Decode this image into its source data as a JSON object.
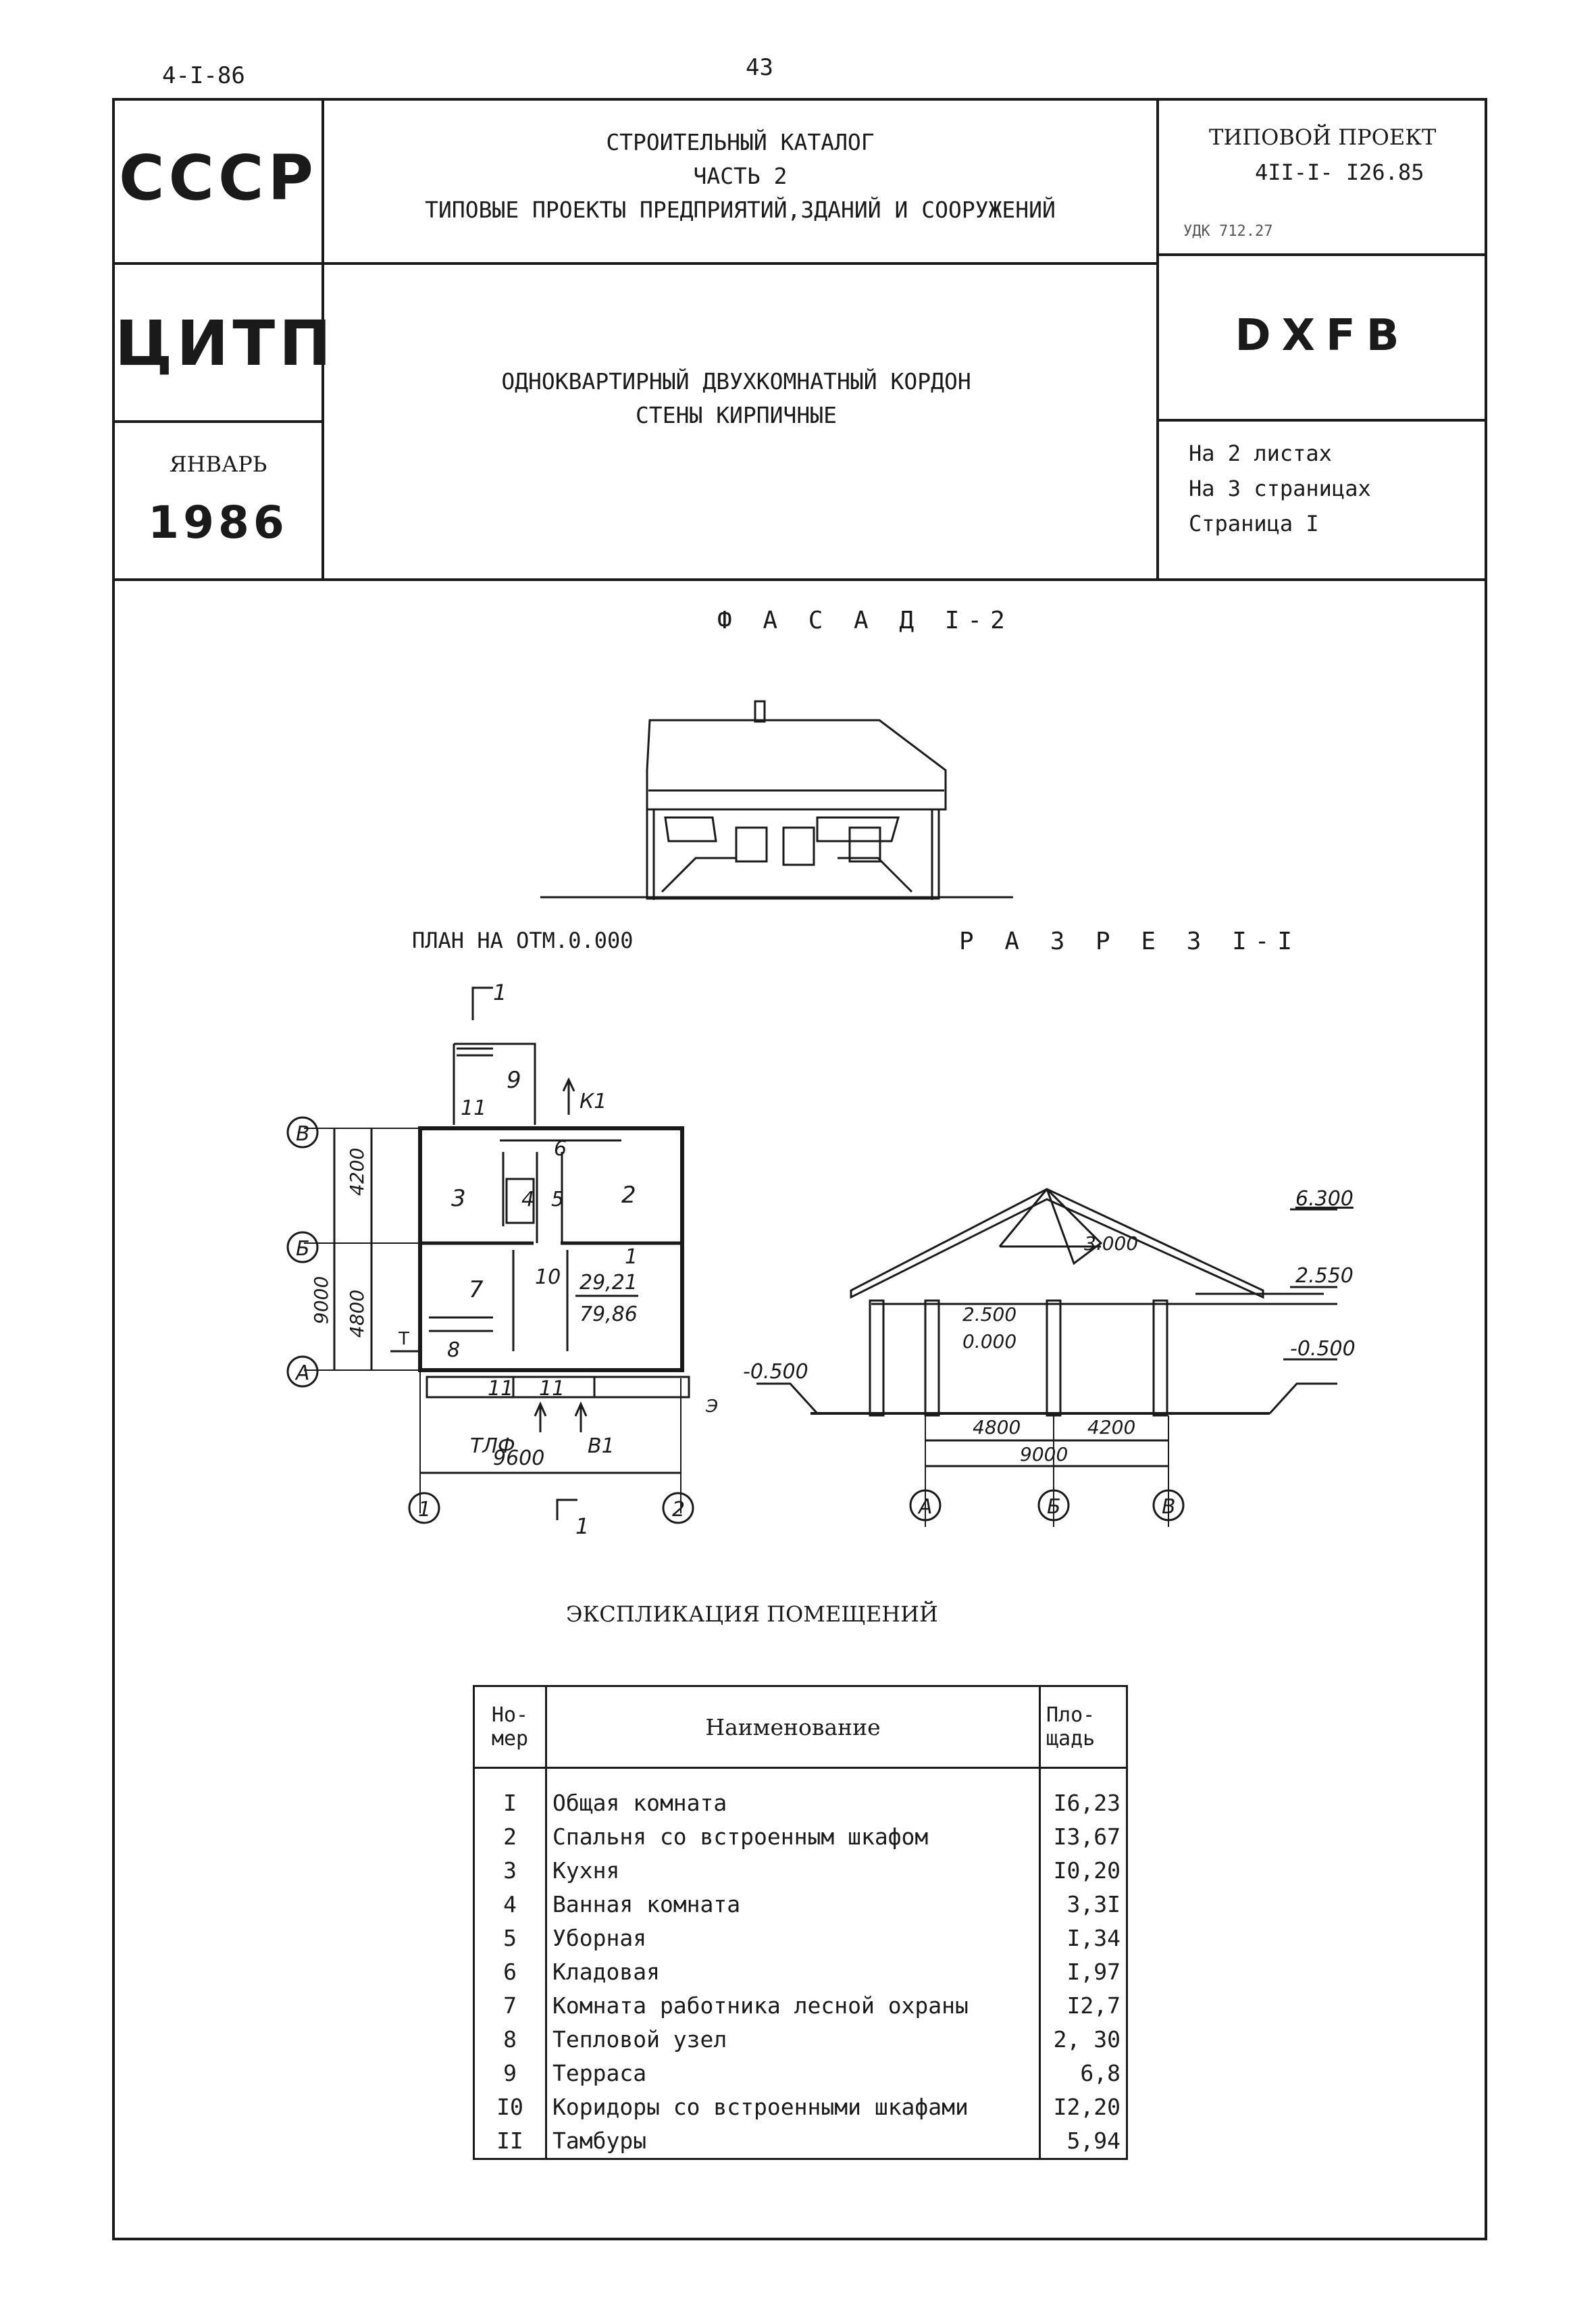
{
  "page": {
    "code": "4-I-86",
    "number": "43"
  },
  "header": {
    "country": "СССР",
    "agency": "ЦИТП",
    "month": "ЯНВАРЬ",
    "year": "1986",
    "catalog_lines": [
      "СТРОИТЕЛЬНЫЙ КАТАЛОГ",
      "ЧАСТЬ 2",
      "ТИПОВЫЕ ПРОЕКТЫ ПРЕДПРИЯТИЙ,ЗДАНИЙ И СООРУЖЕНИЙ"
    ],
    "project_label": "ТИПОВОЙ ПРОЕКТ",
    "project_number": "4II-I- I26.85",
    "udk": "УДК 712.27",
    "code": "DXFB",
    "title_lines": [
      "ОДНОКВАРТИРНЫЙ ДВУХКОМНАТНЫЙ КОРДОН",
      "СТЕНЫ КИРПИЧНЫЕ"
    ],
    "sheets": "На  2  листах",
    "pages": "На  3  страницах",
    "page_ref": "Страница  I"
  },
  "drawings": {
    "facade_title": "Ф А С А Д  I-2",
    "plan_title": "ПЛАН НА ОТМ.0.000",
    "section_title": "Р А З Р Е З  I-I",
    "plan_labels": {
      "cut_top": "1",
      "cut_bottom": "1",
      "axis_v": "В",
      "axis_b": "Б",
      "axis_a": "А",
      "axis_1": "1",
      "axis_2": "2",
      "dim_4200": "4200",
      "dim_4800": "4800",
      "dim_9000": "9000",
      "dim_9600": "9600",
      "room_1": "1",
      "room_2": "2",
      "room_3": "3",
      "room_4": "4",
      "room_5": "5",
      "room_6": "6",
      "room_7": "7",
      "room_8": "8",
      "room_9": "9",
      "room_10": "10",
      "room_11a": "11",
      "room_11b": "11",
      "room_11c": "11",
      "area_living": "29,21",
      "area_total": "79,86",
      "mark_k1": "К1",
      "mark_v1": "В1",
      "mark_tlf": "ТЛФ",
      "mark_t": "Т",
      "mark_e": "Э"
    },
    "section_labels": {
      "lvl_top": "6.300",
      "lvl_eave": "2.550",
      "lvl_ground_r": "-0.500",
      "lvl_ground_l": "-0.500",
      "lvl_ceiling": "2.500",
      "lvl_floor": "0.000",
      "lvl_attic": "3.000",
      "dim_4800": "4800",
      "dim_4200": "4200",
      "dim_9000": "9000",
      "axis_a": "А",
      "axis_b": "Б",
      "axis_v": "В"
    }
  },
  "explication": {
    "title": "ЭКСПЛИКАЦИЯ ПОМЕЩЕНИЙ",
    "head_num": "Но-\nмер",
    "head_name": "Наименование",
    "head_area": "Пло-\nщадь",
    "rows": [
      {
        "num": "I",
        "name": "Общая комната",
        "area": "I6,23"
      },
      {
        "num": "2",
        "name": "Спальня со встроенным шкафом",
        "area": "I3,67"
      },
      {
        "num": "3",
        "name": "Кухня",
        "area": "I0,20"
      },
      {
        "num": "4",
        "name": "Ванная комната",
        "area": "3,3I"
      },
      {
        "num": "5",
        "name": "Уборная",
        "area": "I,34"
      },
      {
        "num": "6",
        "name": "Кладовая",
        "area": "I,97"
      },
      {
        "num": "7",
        "name": "Комната работника лесной охраны",
        "area": "I2,7"
      },
      {
        "num": "8",
        "name": "Тепловой узел",
        "area": "2, 30"
      },
      {
        "num": "9",
        "name": "Терраса",
        "area": "6,8"
      },
      {
        "num": "I0",
        "name": "Коридоры со встроенными шкафами",
        "area": "I2,20"
      },
      {
        "num": "II",
        "name": "Тамбуры",
        "area": "5,94"
      }
    ]
  }
}
